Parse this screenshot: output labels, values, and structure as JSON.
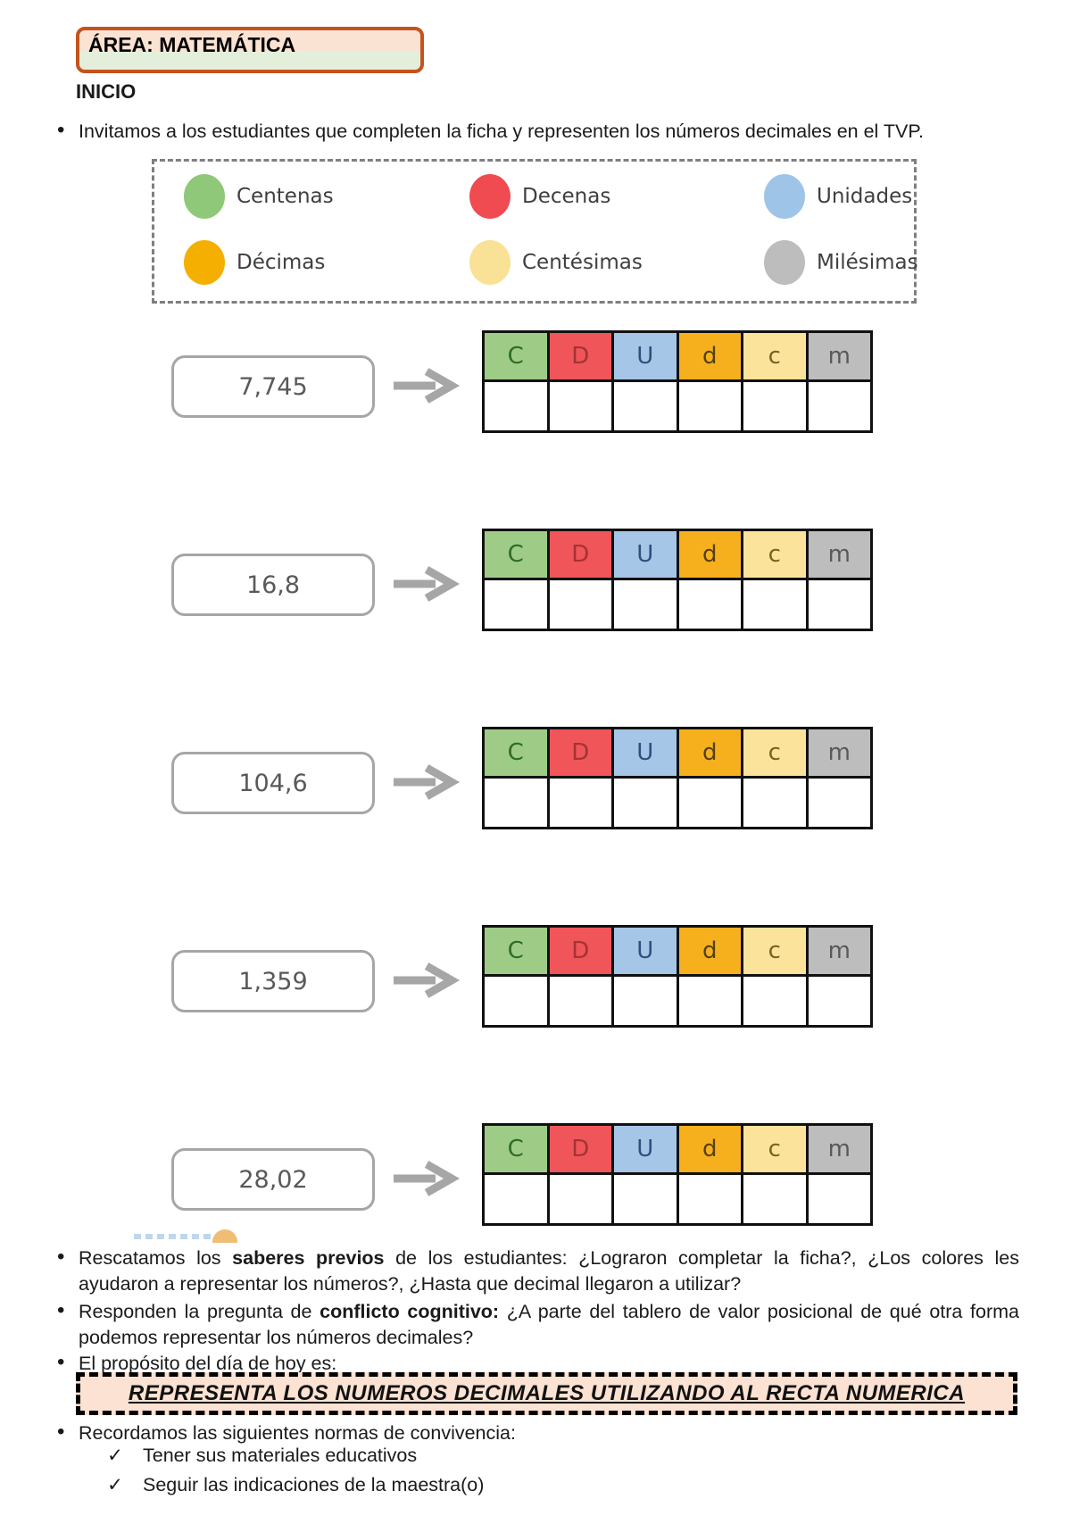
{
  "header": {
    "area_title": "ÁREA: MATEMÁTICA",
    "section_title": "INICIO"
  },
  "intro": {
    "bullet_glyph": "•",
    "text": "Invitamos a los estudiantes que completen la ficha y representen los números decimales en el TVP."
  },
  "legend": {
    "items": [
      {
        "label": "Centenas",
        "color": "#8FC878"
      },
      {
        "label": "Decenas",
        "color": "#EF4B50"
      },
      {
        "label": "Unidades",
        "color": "#9EC4E8"
      },
      {
        "label": "Décimas",
        "color": "#F4AF00"
      },
      {
        "label": "Centésimas",
        "color": "#F9E195"
      },
      {
        "label": "Milésimas",
        "color": "#BDBDBD"
      }
    ]
  },
  "tvp": {
    "headers": [
      {
        "label": "C",
        "bg": "#9ECC87",
        "fg": "#2F6B2B"
      },
      {
        "label": "D",
        "bg": "#F0555A",
        "fg": "#A33335"
      },
      {
        "label": "U",
        "bg": "#A5C6E6",
        "fg": "#2F4F7D"
      },
      {
        "label": "d",
        "bg": "#F6B01E",
        "fg": "#54410F"
      },
      {
        "label": "c",
        "bg": "#FBE39B",
        "fg": "#77621F"
      },
      {
        "label": "m",
        "bg": "#BDBDBD",
        "fg": "#595959"
      }
    ],
    "rows": [
      {
        "number": "7,745"
      },
      {
        "number": "16,8"
      },
      {
        "number": "104,6"
      },
      {
        "number": "1,359"
      },
      {
        "number": "28,02"
      }
    ]
  },
  "closing": {
    "bullet_glyph": "•",
    "saberes": {
      "prefix": "Rescatamos los ",
      "bold": "saberes previos",
      "suffix": " de los estudiantes: ¿Lograron completar la ficha?, ¿Los colores les ayudaron a representar los números?, ¿Hasta que decimal llegaron a utilizar?"
    },
    "conflicto": {
      "prefix": "Responden la pregunta de ",
      "bold": "conflicto cognitivo:",
      "suffix": " ¿A parte del tablero de valor posicional de qué otra forma podemos representar los números decimales?"
    },
    "proposito_intro": "El propósito del día de hoy es:",
    "proposito_banner": "REPRESENTA LOS NUMEROS DECIMALES UTILIZANDO AL RECTA NUMERICA",
    "normas_intro": "Recordamos las siguientes normas de convivencia:",
    "check_glyph": "✓",
    "normas": [
      "Tener sus materiales educativos",
      "Seguir las indicaciones de la maestra(o)"
    ]
  }
}
